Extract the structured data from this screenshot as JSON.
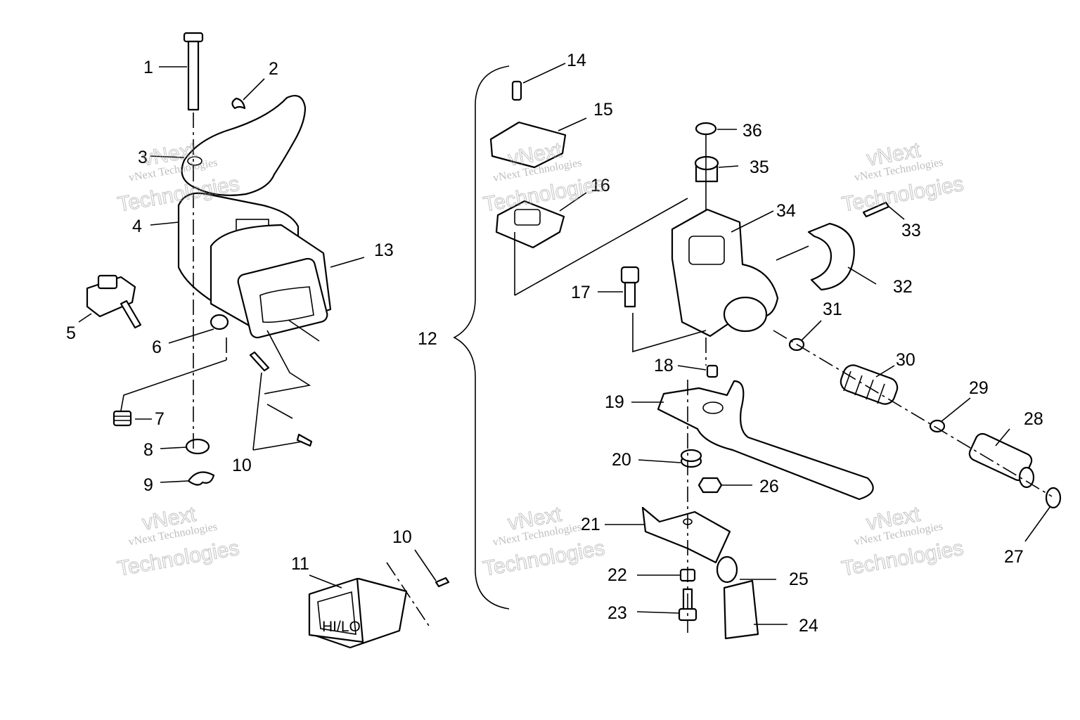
{
  "diagram": {
    "callouts": [
      "1",
      "2",
      "3",
      "4",
      "5",
      "6",
      "7",
      "8",
      "9",
      "10",
      "10",
      "11",
      "12",
      "13",
      "14",
      "15",
      "16",
      "17",
      "18",
      "19",
      "20",
      "21",
      "22",
      "23",
      "24",
      "25",
      "26",
      "27",
      "28",
      "29",
      "30",
      "31",
      "32",
      "33",
      "34",
      "35",
      "36"
    ],
    "switch_label": "HI/LO",
    "watermark": {
      "line1": "vNext Technologies",
      "line2": "vNext",
      "line3": "Technologies"
    }
  }
}
